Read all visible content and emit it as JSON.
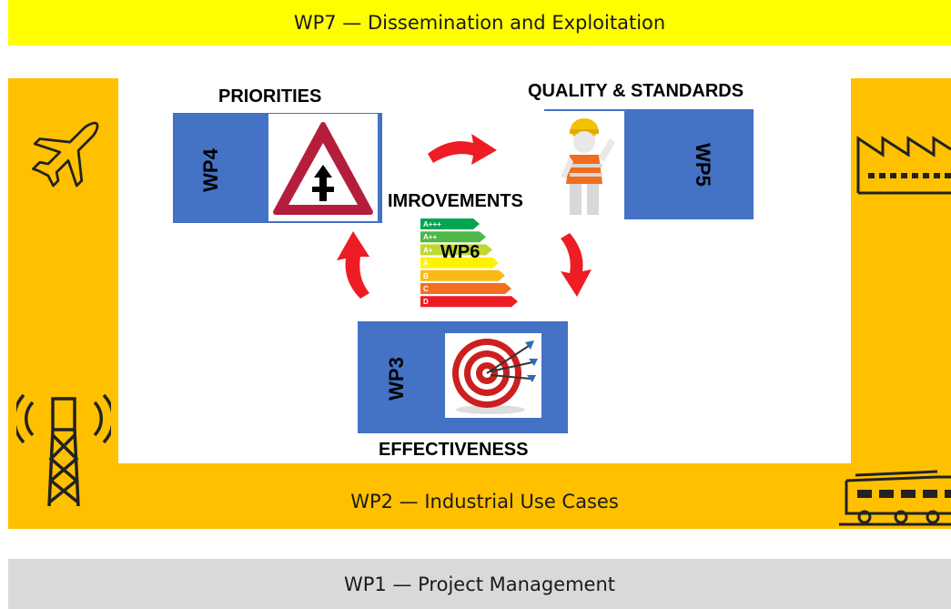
{
  "bands": {
    "wp7": "WP7 — Dissemination and Exploitation",
    "wp2": "WP2 — Industrial Use Cases",
    "wp1": "WP1 — Project Management"
  },
  "headings": {
    "priorities": "PRIORITIES",
    "quality": "QUALITY & STANDARDS",
    "improvements": "IMROVEMENTS",
    "effectiveness": "EFFECTIVENESS"
  },
  "wps": {
    "wp4": "WP4",
    "wp5": "WP5",
    "wp6": "WP6",
    "wp3": "WP3"
  },
  "energy_label": {
    "classes": [
      "A+++",
      "A++",
      "A+",
      "A",
      "B",
      "C",
      "D"
    ],
    "colors": [
      "#00a651",
      "#50b848",
      "#bfd730",
      "#fff200",
      "#fdb913",
      "#f37021",
      "#ed1c24"
    ]
  },
  "colors": {
    "frame": "#ffc000",
    "wp7_band": "#ffff00",
    "wp1_band": "#d9d9d9",
    "wp_box": "#4472c4",
    "arrow": "#ee1c24"
  },
  "icons": [
    "airplane-icon",
    "radio-tower-icon",
    "factory-icon",
    "train-icon",
    "warning-sign-icon",
    "worker-icon",
    "target-icon",
    "energy-label-icon"
  ]
}
